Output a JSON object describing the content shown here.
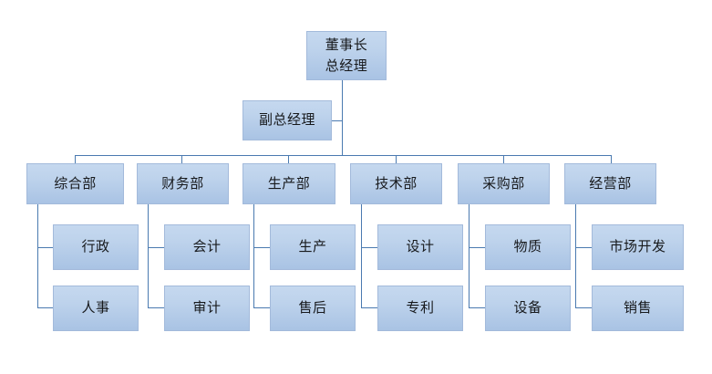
{
  "chart_title": "",
  "theme": {
    "node_fill_top": "#c5d8ef",
    "node_fill_bottom": "#a9c3e4",
    "node_border": "#a3badb",
    "connector": "#4a7ab0",
    "text": "#17191c",
    "background": "#ffffff"
  },
  "org": {
    "top": {
      "line1": "董事长",
      "line2": "总经理"
    },
    "deputy": {
      "label": "副总经理"
    },
    "departments": [
      {
        "label": "综合部",
        "children": [
          {
            "label": "行政"
          },
          {
            "label": "人事"
          }
        ]
      },
      {
        "label": "财务部",
        "children": [
          {
            "label": "会计"
          },
          {
            "label": "审计"
          }
        ]
      },
      {
        "label": "生产部",
        "children": [
          {
            "label": "生产"
          },
          {
            "label": "售后"
          }
        ]
      },
      {
        "label": "技术部",
        "children": [
          {
            "label": "设计"
          },
          {
            "label": "专利"
          }
        ]
      },
      {
        "label": "采购部",
        "children": [
          {
            "label": "物质"
          },
          {
            "label": "设备"
          }
        ]
      },
      {
        "label": "经营部",
        "children": [
          {
            "label": "市场开发"
          },
          {
            "label": "销售"
          }
        ]
      }
    ]
  },
  "chart_data": {
    "type": "diagram",
    "diagram_kind": "organization-chart",
    "levels": 4,
    "nodes": [
      {
        "id": "n0",
        "label": "董事长\n总经理",
        "level": 1,
        "parent": null
      },
      {
        "id": "n1",
        "label": "副总经理",
        "level": 2,
        "parent": "n0"
      },
      {
        "id": "d1",
        "label": "综合部",
        "level": 3,
        "parent": "n1"
      },
      {
        "id": "d2",
        "label": "财务部",
        "level": 3,
        "parent": "n1"
      },
      {
        "id": "d3",
        "label": "生产部",
        "level": 3,
        "parent": "n1"
      },
      {
        "id": "d4",
        "label": "技术部",
        "level": 3,
        "parent": "n1"
      },
      {
        "id": "d5",
        "label": "采购部",
        "level": 3,
        "parent": "n1"
      },
      {
        "id": "d6",
        "label": "经营部",
        "level": 3,
        "parent": "n1"
      },
      {
        "id": "s1a",
        "label": "行政",
        "level": 4,
        "parent": "d1"
      },
      {
        "id": "s1b",
        "label": "人事",
        "level": 4,
        "parent": "d1"
      },
      {
        "id": "s2a",
        "label": "会计",
        "level": 4,
        "parent": "d2"
      },
      {
        "id": "s2b",
        "label": "审计",
        "level": 4,
        "parent": "d2"
      },
      {
        "id": "s3a",
        "label": "生产",
        "level": 4,
        "parent": "d3"
      },
      {
        "id": "s3b",
        "label": "售后",
        "level": 4,
        "parent": "d3"
      },
      {
        "id": "s4a",
        "label": "设计",
        "level": 4,
        "parent": "d4"
      },
      {
        "id": "s4b",
        "label": "专利",
        "level": 4,
        "parent": "d4"
      },
      {
        "id": "s5a",
        "label": "物质",
        "level": 4,
        "parent": "d5"
      },
      {
        "id": "s5b",
        "label": "设备",
        "level": 4,
        "parent": "d5"
      },
      {
        "id": "s6a",
        "label": "市场开发",
        "level": 4,
        "parent": "d6"
      },
      {
        "id": "s6b",
        "label": "销售",
        "level": 4,
        "parent": "d6"
      }
    ]
  }
}
